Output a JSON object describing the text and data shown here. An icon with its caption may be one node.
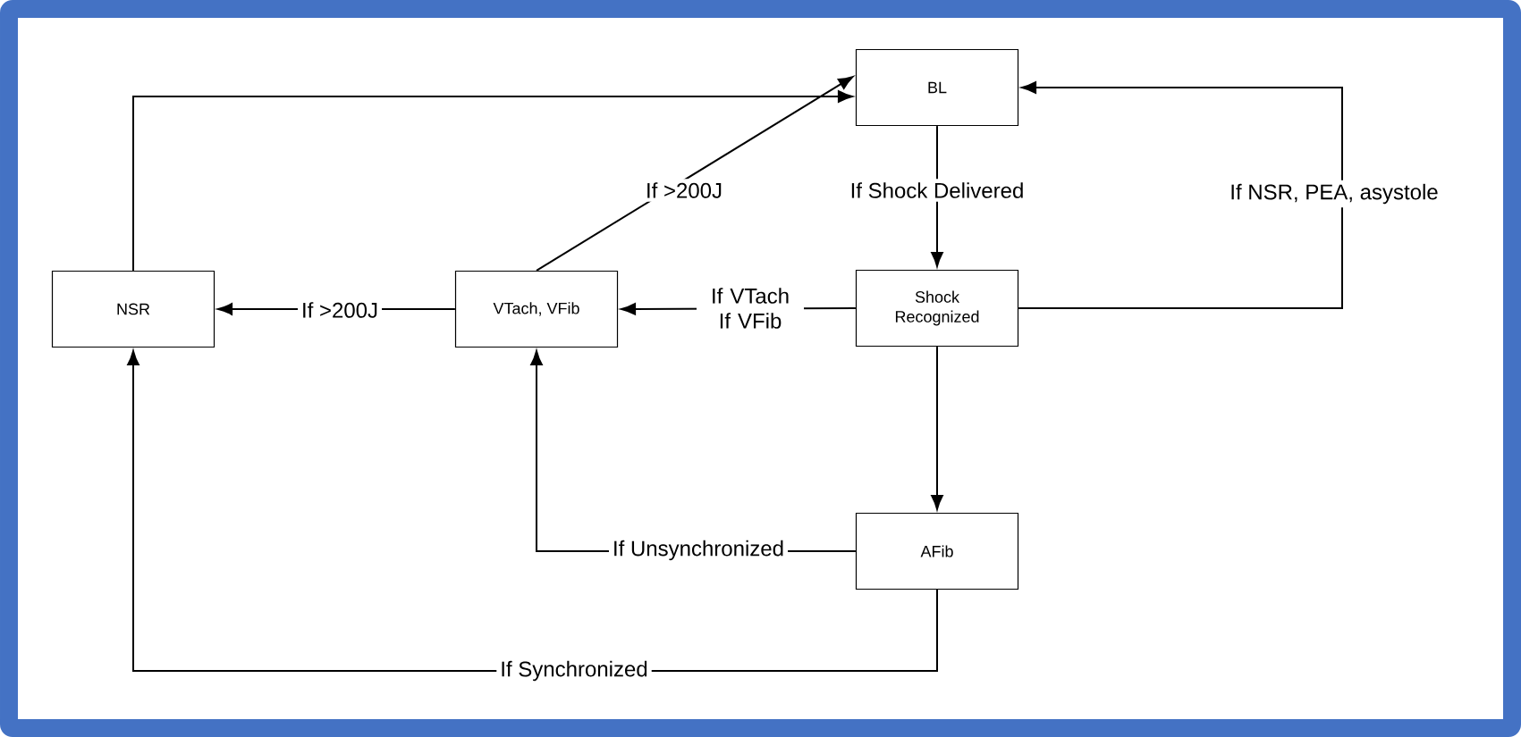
{
  "diagram": {
    "nodes": [
      {
        "text": [
          "BL"
        ]
      },
      {
        "text": [
          "NSR"
        ]
      },
      {
        "text": [
          "VTach, VFib"
        ]
      },
      {
        "text": [
          "Shock Recognized"
        ]
      },
      {
        "text": [
          "AFib"
        ]
      }
    ],
    "edges": [
      {
        "from": 1,
        "to": 0,
        "arrow": "to"
      },
      {
        "from": 2,
        "to": 0,
        "arrow": "to",
        "label": "If >200J"
      },
      {
        "from": 0,
        "to": 3,
        "arrow": "to",
        "label": "If Shock Delivered"
      },
      {
        "from": 3,
        "to": 0,
        "arrow": "to",
        "label": "If NSR, PEA, asystole"
      },
      {
        "from": 3,
        "to": 2,
        "arrow": "to",
        "label": "If VTach If VFib"
      },
      {
        "from": 2,
        "to": 1,
        "arrow": "to",
        "label": "If >200J"
      },
      {
        "from": 3,
        "to": 4,
        "arrow": "to"
      },
      {
        "from": 4,
        "to": 2,
        "arrow": "to",
        "label": "If Unsynchronized"
      },
      {
        "from": 4,
        "to": 1,
        "arrow": "to",
        "label": "If Synchronized"
      }
    ]
  }
}
